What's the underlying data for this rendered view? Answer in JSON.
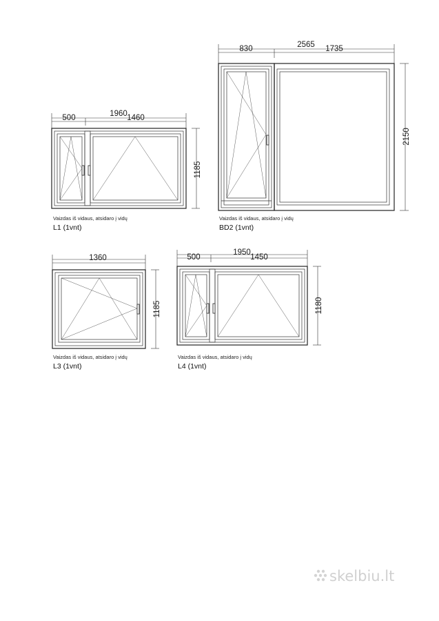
{
  "windows": {
    "l1": {
      "dims": {
        "total": "1960",
        "left": "500",
        "right": "1460",
        "height": "1185"
      },
      "caption": "Vaizdas iš vidaus, atsidaro į vidų",
      "code": "L1 (1vnt)"
    },
    "bd2": {
      "dims": {
        "total": "2565",
        "left": "830",
        "right": "1735",
        "height": "2150"
      },
      "caption": "Vaizdas iš vidaus, atsidaro į vidų",
      "code": "BD2 (1vnt)"
    },
    "l3": {
      "dims": {
        "total": "1360",
        "height": "1185"
      },
      "caption": "Vaizdas iš vidaus, atsidaro į vidų",
      "code": "L3 (1vnt)"
    },
    "l4": {
      "dims": {
        "total": "1950",
        "left": "500",
        "right": "1450",
        "height": "1180"
      },
      "caption": "Vaizdas iš vidaus, atsidaro į vidų",
      "code": "L4 (1vnt)"
    }
  },
  "watermark": {
    "text": "skelbiu.lt",
    "icon": "dots-logo-icon"
  }
}
